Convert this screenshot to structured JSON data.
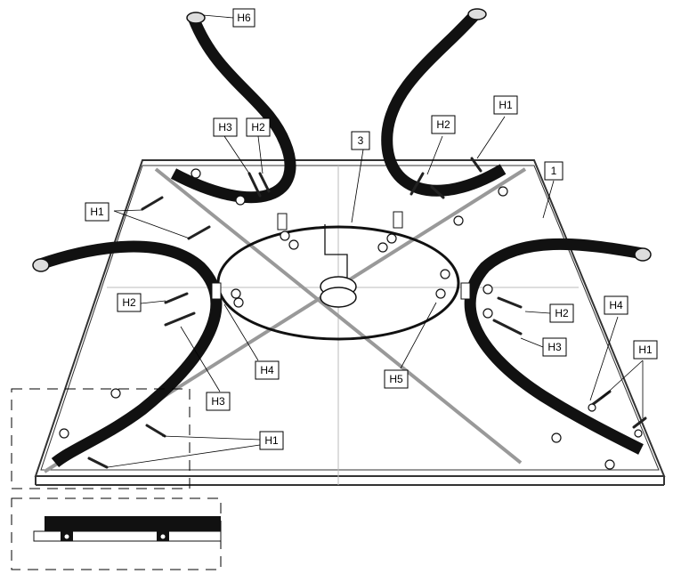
{
  "callouts": {
    "h6": "H6",
    "part3": "3",
    "part1": "1",
    "h3_top": "H3",
    "h2_top_left": "H2",
    "h2_top_right": "H2",
    "h1_top_right": "H1",
    "h1_left": "H1",
    "h2_left": "H2",
    "h4_left": "H4",
    "h3_left": "H3",
    "h5": "H5",
    "h2_right": "H2",
    "h3_right": "H3",
    "h4_right": "H4",
    "h1_right": "H1",
    "h1_bottom": "H1"
  }
}
